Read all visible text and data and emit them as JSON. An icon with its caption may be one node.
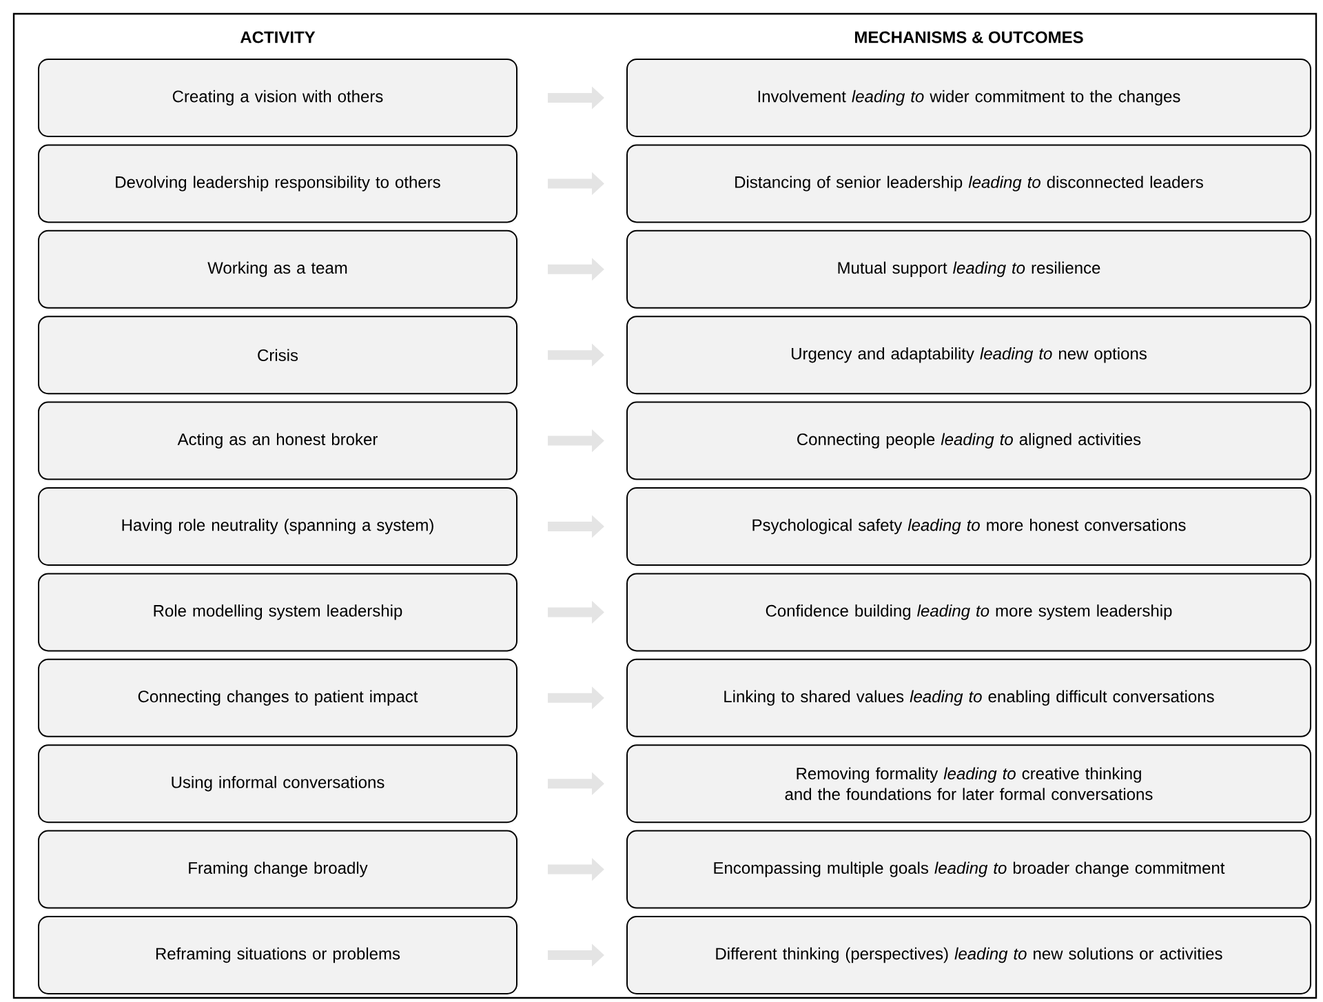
{
  "diagram": {
    "nodes": [
      {
        "text": [
          "Creating a vision with others"
        ]
      },
      {
        "text": [
          "Involvement *leading to* wider commitment to the changes"
        ]
      },
      {
        "text": [
          "Devolving leadership responsibility to others"
        ]
      },
      {
        "text": [
          "Distancing of senior leadership *leading to* disconnected leaders"
        ]
      },
      {
        "text": [
          "Working as a team"
        ]
      },
      {
        "text": [
          "Mutual support *leading to* resilience"
        ]
      },
      {
        "text": [
          "Crisis"
        ]
      },
      {
        "text": [
          "Urgency and adaptability *leading to* new options"
        ]
      },
      {
        "text": [
          "Acting as an honest broker"
        ]
      },
      {
        "text": [
          "Connecting people *leading to* aligned activities"
        ]
      },
      {
        "text": [
          "Having role neutrality (spanning a system)"
        ]
      },
      {
        "text": [
          "Psychological safety *leading to* more honest conversations"
        ]
      },
      {
        "text": [
          "Role modelling system leadership"
        ]
      },
      {
        "text": [
          "Confidence building *leading to* more system leadership"
        ]
      },
      {
        "text": [
          "Connecting changes to patient impact"
        ]
      },
      {
        "text": [
          "Linking to shared values *leading to* enabling difficult conversations"
        ]
      },
      {
        "text": [
          "Using informal conversations"
        ]
      },
      {
        "text": [
          "Removing formality *leading to* creative thinking and the foundations for later formal conversations"
        ]
      },
      {
        "text": [
          "Framing change broadly"
        ]
      },
      {
        "text": [
          "Encompassing multiple goals *leading to* broader change commitment"
        ]
      },
      {
        "text": [
          "Reframing situations or problems"
        ]
      },
      {
        "text": [
          "Different thinking (perspectives) *leading to* new solutions or activities"
        ]
      }
    ],
    "edges": [
      {
        "from": 0,
        "to": 1,
        "arrow": "to"
      },
      {
        "from": 2,
        "to": 3,
        "arrow": "to"
      },
      {
        "from": 4,
        "to": 5,
        "arrow": "to"
      },
      {
        "from": 6,
        "to": 7,
        "arrow": "to"
      },
      {
        "from": 8,
        "to": 9,
        "arrow": "to"
      },
      {
        "from": 10,
        "to": 11,
        "arrow": "to"
      },
      {
        "from": 12,
        "to": 13,
        "arrow": "to"
      },
      {
        "from": 14,
        "to": 15,
        "arrow": "to"
      },
      {
        "from": 16,
        "to": 17,
        "arrow": "to"
      },
      {
        "from": 18,
        "to": 19,
        "arrow": "to"
      },
      {
        "from": 20,
        "to": 21,
        "arrow": "to"
      }
    ],
    "labels": [
      "ACTIVITY",
      "MECHANISMS & OUTCOMES"
    ]
  }
}
